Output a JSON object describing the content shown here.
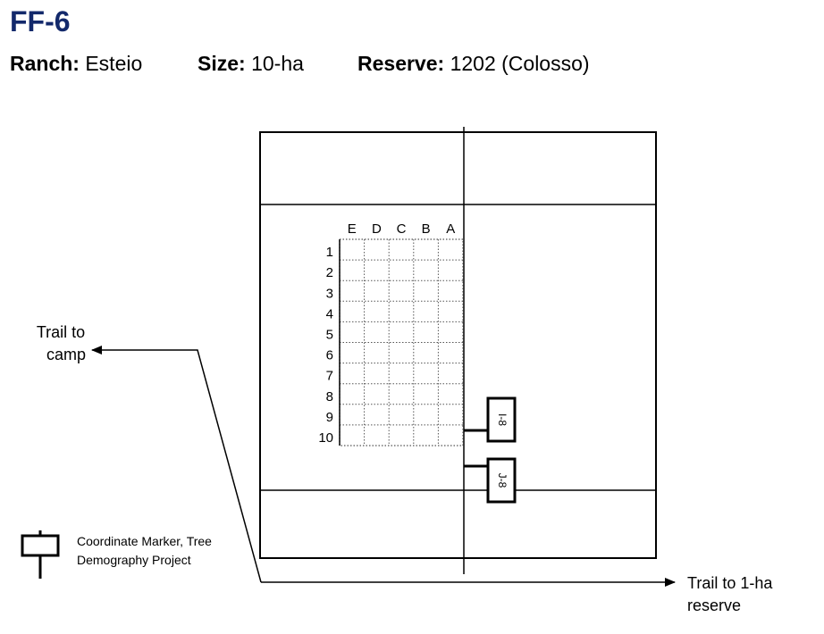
{
  "header": {
    "title": "FF-6",
    "ranch_label": "Ranch:",
    "ranch_value": "Esteio",
    "size_label": "Size:",
    "size_value": "10-ha",
    "reserve_label": "Reserve:",
    "reserve_value": "1202 (Colosso)"
  },
  "grid": {
    "columns": [
      "E",
      "D",
      "C",
      "B",
      "A"
    ],
    "rows": [
      "1",
      "2",
      "3",
      "4",
      "5",
      "6",
      "7",
      "8",
      "9",
      "10"
    ]
  },
  "markers": [
    {
      "code": "I-8"
    },
    {
      "code": "J-8"
    }
  ],
  "trails": {
    "camp_line1": "Trail to",
    "camp_line2": "camp",
    "reserve_line1": "Trail to 1-ha",
    "reserve_line2": "reserve"
  },
  "legend": {
    "icon": "coordinate-marker-icon",
    "line1": "Coordinate Marker, Tree",
    "line2": "Demography Project"
  }
}
